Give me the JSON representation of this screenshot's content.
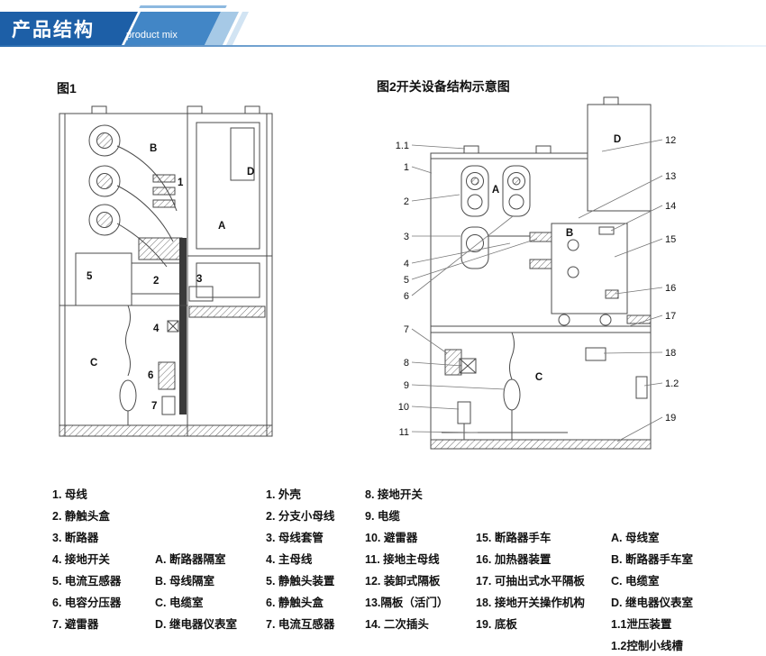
{
  "header": {
    "title": "产品结构",
    "subtitle": "product mix"
  },
  "colors": {
    "banner_dark": "#1d5fa7",
    "banner_mid": "#4286c6",
    "banner_light": "#a6c9e6",
    "rule_blue": "#2a6cb0"
  },
  "fig1": {
    "title": "图1",
    "labels": {
      "A": "A",
      "B": "B",
      "C": "C",
      "D": "D",
      "1": "1",
      "2": "2",
      "3": "3",
      "4": "4",
      "5": "5",
      "6": "6",
      "7": "7"
    }
  },
  "fig2": {
    "title": "图2开关设备结构示意图",
    "left": [
      "1.1",
      "1",
      "2",
      "3",
      "4",
      "5",
      "6",
      "7",
      "8",
      "9",
      "10",
      "11"
    ],
    "right": [
      "12",
      "13",
      "14",
      "15",
      "16",
      "17",
      "18",
      "1.2",
      "19"
    ],
    "inner": [
      "A",
      "B",
      "C",
      "D"
    ]
  },
  "legend": {
    "col1": [
      "1. 母线",
      "2. 静触头盒",
      "3. 断路器",
      "4. 接地开关",
      "5. 电流互感器",
      "6. 电容分压器",
      "7. 避雷器"
    ],
    "col1b": [
      "A. 断路器隔室",
      "B. 母线隔室",
      "C. 电缆室",
      "D. 继电器仪表室"
    ],
    "col2": [
      "1. 外壳",
      "2. 分支小母线",
      "3. 母线套管",
      "4. 主母线",
      "5. 静触头装置",
      "6. 静触头盒",
      "7. 电流互感器"
    ],
    "col3": [
      "8. 接地开关",
      "9. 电缆",
      "10. 避雷器",
      "11. 接地主母线",
      "12. 装卸式隔板",
      "13.隔板（活门）",
      "14. 二次插头"
    ],
    "col4": [
      "15. 断路器手车",
      "16. 加热器装置",
      "17. 可抽出式水平隔板",
      "18. 接地开关操作机构",
      "19. 底板"
    ],
    "col5": [
      "A. 母线室",
      "B. 断路器手车室",
      "C. 电缆室",
      "D. 继电器仪表室",
      "1.1泄压装置",
      "1.2控制小线槽"
    ]
  }
}
